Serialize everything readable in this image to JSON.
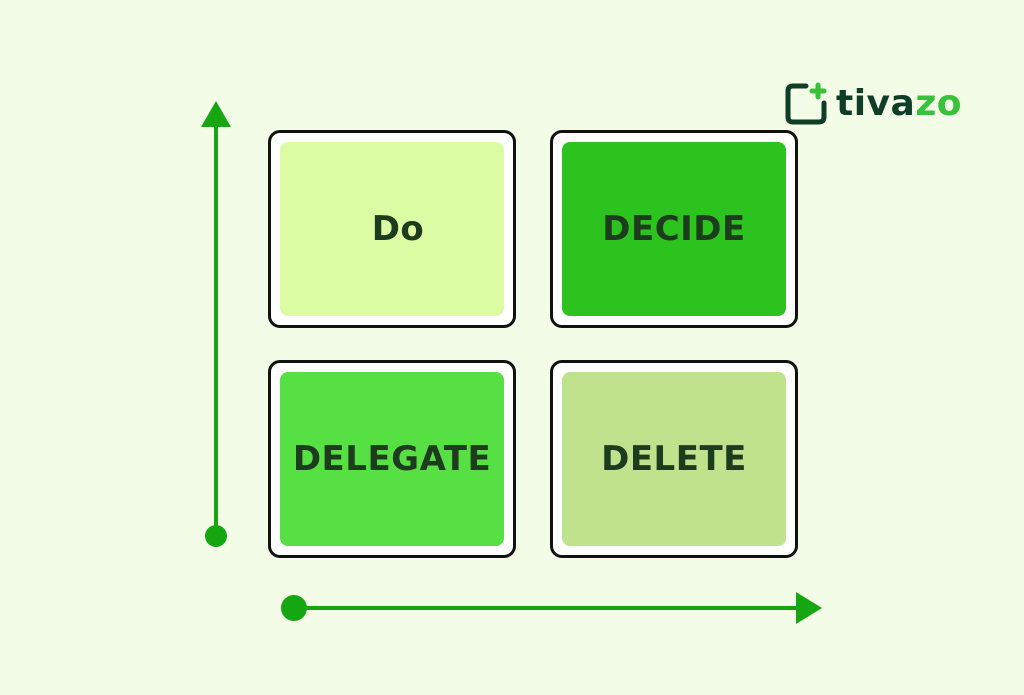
{
  "logo": {
    "text_part_a": "tiva",
    "text_part_b": "zo"
  },
  "quadrants": [
    {
      "id": "do",
      "label": "Do"
    },
    {
      "id": "decide",
      "label": "DECIDE"
    },
    {
      "id": "delegate",
      "label": "DELEGATE"
    },
    {
      "id": "delete",
      "label": "DELETE"
    }
  ],
  "colors": {
    "background": "#f2fce6",
    "axis": "#16a611",
    "do": "#dcfca4",
    "decide": "#2cc31e",
    "delegate": "#56e043",
    "delete": "#c0e28c",
    "label_text": "#1d3b1d"
  },
  "icons": {
    "logo": "tivazo-logo-icon",
    "vertical_axis": "up-arrow-icon",
    "horizontal_axis": "right-arrow-icon"
  }
}
